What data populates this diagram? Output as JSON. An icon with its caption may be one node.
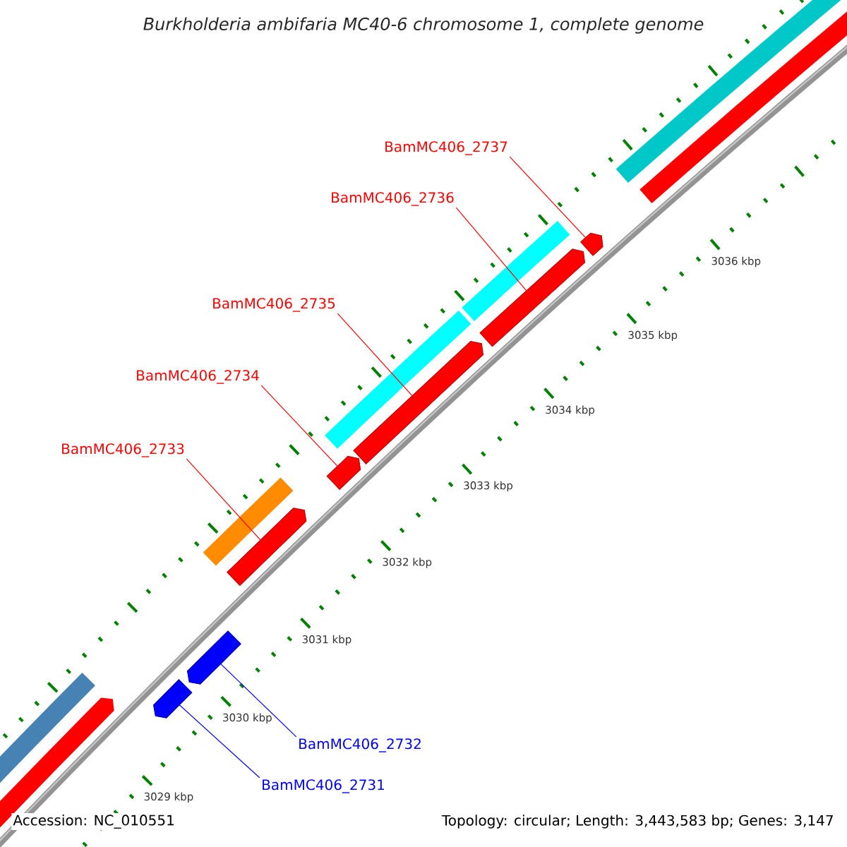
{
  "diagram": {
    "title": "Burkholderia ambifaria MC40-6 chromosome 1, complete genome",
    "nodes": [
      {
        "text": [
          "BamMC406_2737"
        ]
      },
      {
        "text": [
          "BamMC406_2736"
        ]
      },
      {
        "text": [
          "BamMC406_2735"
        ]
      },
      {
        "text": [
          "BamMC406_2734"
        ]
      },
      {
        "text": [
          "BamMC406_2733"
        ]
      },
      {
        "text": [
          "BamMC406_2732"
        ]
      },
      {
        "text": [
          "BamMC406_2731"
        ]
      },
      {
        "text": [],
        "shape": "bar"
      },
      {
        "text": [],
        "shape": "bar"
      },
      {
        "text": [],
        "shape": "bar"
      },
      {
        "text": [],
        "shape": "bar"
      },
      {
        "text": [],
        "shape": "bar"
      },
      {
        "text": [],
        "shape": "bar"
      },
      {
        "text": [],
        "shape": "bar"
      }
    ],
    "edges": [
      {
        "from": 0,
        "to": 13,
        "arrow": "none"
      },
      {
        "from": 1,
        "to": 12,
        "arrow": "none"
      },
      {
        "from": 2,
        "to": 11,
        "arrow": "none"
      },
      {
        "from": 3,
        "to": 10,
        "arrow": "none"
      },
      {
        "from": 4,
        "to": 9,
        "arrow": "none"
      },
      {
        "from": 5,
        "to": 8,
        "arrow": "none",
        "color": "#0000ff"
      },
      {
        "from": 6,
        "to": 7,
        "arrow": "none",
        "color": "#0000ff"
      }
    ],
    "labels": [
      "3036 kbp",
      "3035 kbp",
      "3034 kbp",
      "3033 kbp",
      "3032 kbp",
      "3031 kbp",
      "3030 kbp",
      "3029 kbp",
      "Accession: NC_010551",
      "Topology: circular; Length: 3,443,583 bp; Genes: 3,147"
    ]
  }
}
